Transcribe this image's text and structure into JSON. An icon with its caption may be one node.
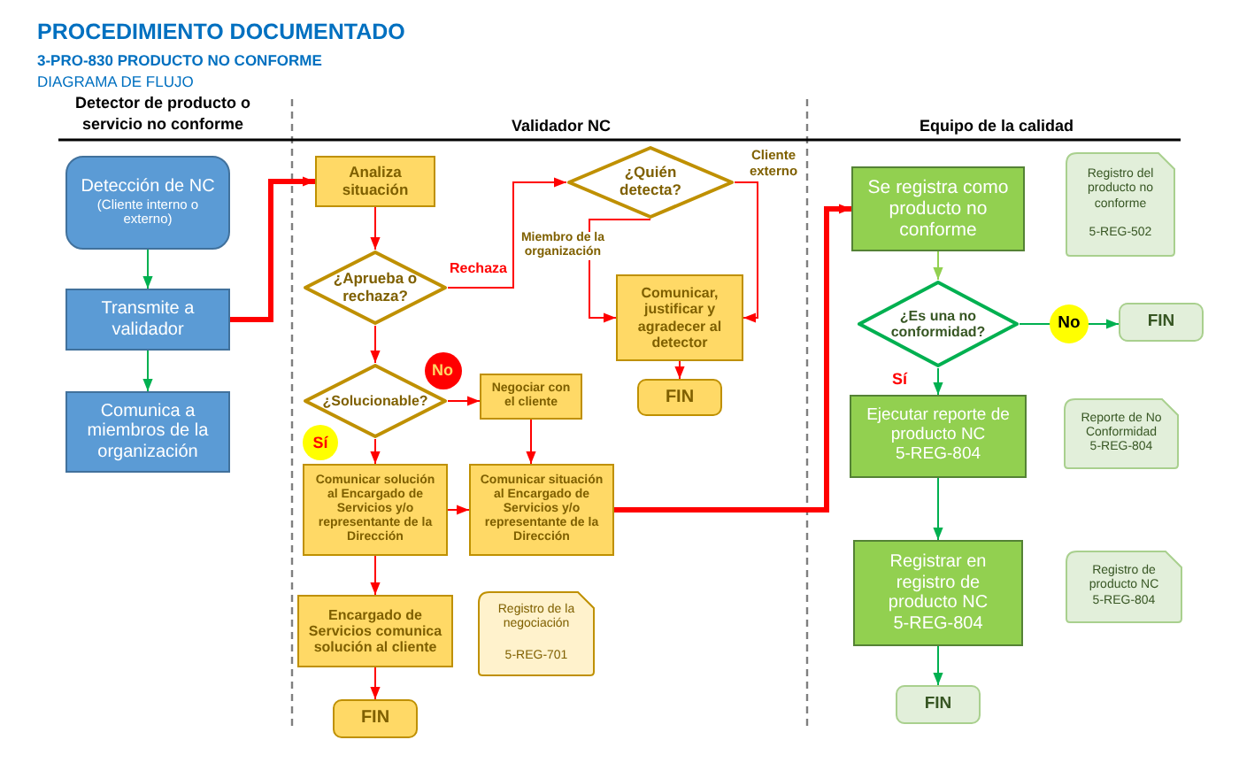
{
  "diagram": {
    "title": "PROCEDIMIENTO DOCUMENTADO",
    "nodes": [
      {
        "text": [
          "Detección de NC",
          "(Cliente interno o externo)"
        ]
      },
      {
        "text": [
          "Transmite a validador"
        ]
      },
      {
        "text": [
          "Comunica a miembros de la organización"
        ]
      },
      {
        "text": [
          "Analiza situación"
        ]
      },
      {
        "text": [
          "¿Aprueba o rechaza?"
        ]
      },
      {
        "text": [
          "¿Quién detecta?"
        ]
      },
      {
        "text": [
          "Comunicar, justificar y agradecer al detector"
        ]
      },
      {
        "text": [
          "FIN"
        ]
      },
      {
        "text": [
          "¿Solucionable?"
        ]
      },
      {
        "text": [
          "Negociar con el cliente"
        ]
      },
      {
        "text": [
          "Comunicar solución al Encargado de Servicios y/o representante de la Dirección"
        ]
      },
      {
        "text": [
          "Comunicar situación al Encargado de Servicios y/o representante de la Dirección"
        ]
      },
      {
        "text": [
          "Encargado de Servicios comunica solución al cliente"
        ]
      },
      {
        "text": [
          "Registro de la negociación",
          "5-REG-701"
        ]
      },
      {
        "text": [
          "FIN"
        ]
      },
      {
        "text": [
          "Se registra como producto no conforme"
        ]
      },
      {
        "text": [
          "Registro del producto no conforme",
          "5-REG-502"
        ]
      },
      {
        "text": [
          "¿Es una no conformidad?"
        ]
      },
      {
        "text": [
          "FIN"
        ]
      },
      {
        "text": [
          "Ejecutar reporte de producto NC 5-REG-804"
        ]
      },
      {
        "text": [
          "Reporte de No Conformidad",
          "5-REG-804"
        ]
      },
      {
        "text": [
          "Registrar en registro de producto NC 5-REG-804"
        ]
      },
      {
        "text": [
          "Registro de producto NC",
          "5-REG-804"
        ]
      },
      {
        "text": [
          "FIN"
        ]
      }
    ],
    "edges": [
      {
        "from": 0,
        "to": 1,
        "arrow": "to",
        "color": "#00b050"
      },
      {
        "from": 1,
        "to": 2,
        "arrow": "to",
        "color": "#00b050"
      },
      {
        "from": 1,
        "to": 3,
        "arrow": "to",
        "style": "thick"
      },
      {
        "from": 3,
        "to": 4,
        "arrow": "to"
      },
      {
        "from": 4,
        "to": 5,
        "arrow": "to",
        "label": "Rechaza"
      },
      {
        "from": 4,
        "to": 8,
        "arrow": "to"
      },
      {
        "from": 5,
        "to": 6,
        "arrow": "to",
        "label": "Miembro de la organización"
      },
      {
        "from": 5,
        "to": 6,
        "arrow": "to",
        "label": "Cliente externo"
      },
      {
        "from": 6,
        "to": 7,
        "arrow": "to"
      },
      {
        "from": 8,
        "to": 9,
        "arrow": "to",
        "label": "No"
      },
      {
        "from": 8,
        "to": 10,
        "arrow": "to",
        "label": "Sí"
      },
      {
        "from": 9,
        "to": 11,
        "arrow": "to"
      },
      {
        "from": 10,
        "to": 11,
        "arrow": "to"
      },
      {
        "from": 10,
        "to": 12,
        "arrow": "to"
      },
      {
        "from": 12,
        "to": 14,
        "arrow": "to"
      },
      {
        "from": 11,
        "to": 15,
        "arrow": "to",
        "style": "thick"
      },
      {
        "from": 15,
        "to": 17,
        "arrow": "to",
        "color": "#92d050"
      },
      {
        "from": 17,
        "to": 18,
        "arrow": "to",
        "label": "No",
        "color": "#00b050"
      },
      {
        "from": 17,
        "to": 19,
        "arrow": "to",
        "label": "Sí",
        "color": "#00b050"
      },
      {
        "from": 19,
        "to": 21,
        "arrow": "to",
        "color": "#00b050"
      },
      {
        "from": 21,
        "to": 23,
        "arrow": "to",
        "color": "#00b050"
      }
    ],
    "labels": [
      "3-PRO-830 PRODUCTO NO CONFORME",
      "DIAGRAMA DE FLUJO",
      "Detector de producto o servicio no conforme",
      "Validador NC",
      "Equipo de la calidad"
    ]
  }
}
